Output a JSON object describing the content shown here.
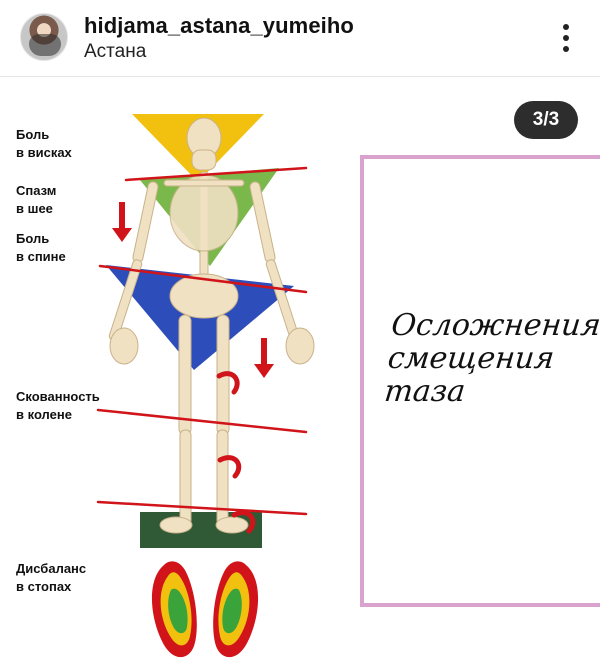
{
  "header": {
    "username": "hidjama_astana_yumeiho",
    "location": "Астана",
    "more_icon": "more-vertical-icon"
  },
  "post": {
    "carousel_counter": "3/3",
    "illustration_labels": {
      "temples": "Боль\nв висках",
      "neck": "Спазм\nв шее",
      "back": "Боль\nв спине",
      "knee": "Скованность\nв колене",
      "feet": "Дисбаланс\nв стопах"
    },
    "card": {
      "title_lines": [
        "Осложнения",
        "смещения",
        "таза"
      ]
    }
  },
  "colors": {
    "accent_pink": "#d9a2cf",
    "red_line": "#d1141a",
    "triangle_yellow": "#f2c10f",
    "triangle_green": "#74b441",
    "triangle_blue": "#2d4dbb"
  }
}
